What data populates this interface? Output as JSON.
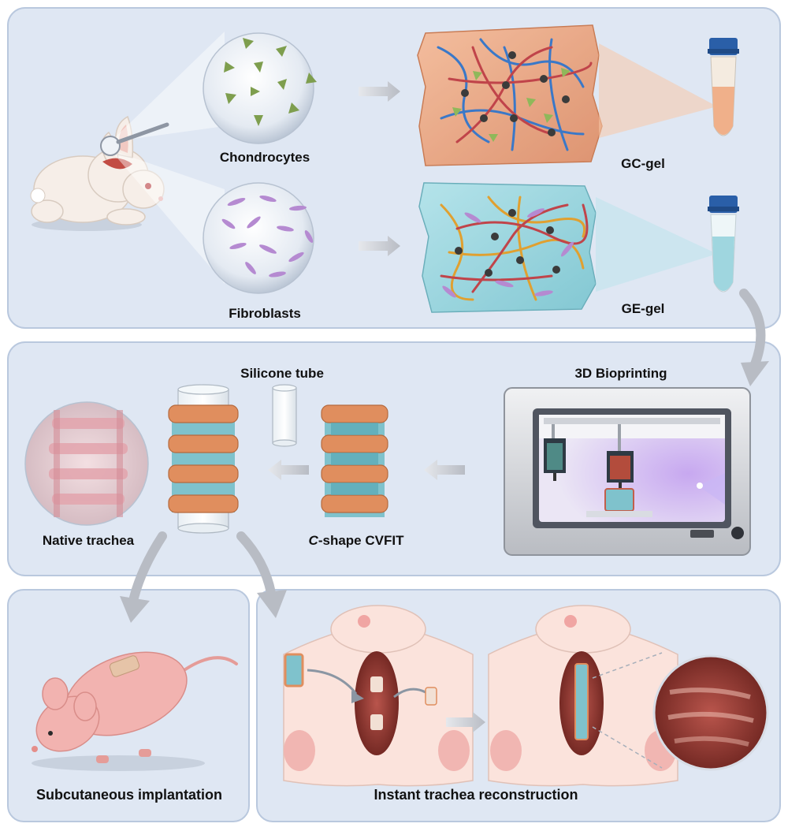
{
  "labels": {
    "chondrocytes": "Chondrocytes",
    "fibroblasts": "Fibroblasts",
    "gc_gel": "GC-gel",
    "ge_gel": "GE-gel",
    "silicone_tube": "Silicone tube",
    "bioprinting": "3D Bioprinting",
    "native_trachea": "Native trachea",
    "cshape_italic": "C",
    "cshape_rest": "-shape CVFIT",
    "subcutaneous": "Subcutaneous implantation",
    "instant": "Instant trachea reconstruction"
  },
  "colors": {
    "panel_bg": "#dfe7f3",
    "panel_border": "#b9c8de",
    "cartilage_gel": "#e8a27a",
    "fibro_gel": "#8fd0da",
    "chondrocyte": "#7e9e4e",
    "fibroblast": "#b58ad1",
    "network_blue": "#3a78c8",
    "network_red": "#c0444a",
    "network_orange": "#e0a030",
    "arrow_gray": "#c9ccd2",
    "tissue": "#a8403a",
    "rat_pink": "#f2b3b0",
    "skin": "#fbe3dc"
  }
}
